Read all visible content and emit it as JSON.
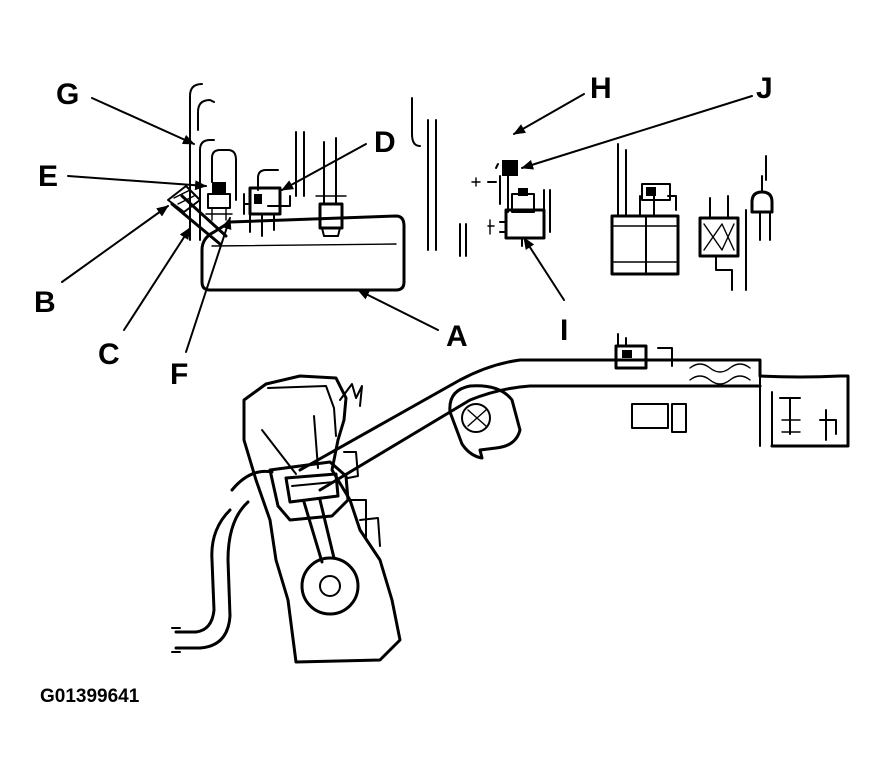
{
  "callouts": {
    "A": "A",
    "B": "B",
    "C": "C",
    "D": "D",
    "E": "E",
    "F": "F",
    "G": "G",
    "H": "H",
    "I": "I",
    "J": "J"
  },
  "figure_id": "G01399641"
}
